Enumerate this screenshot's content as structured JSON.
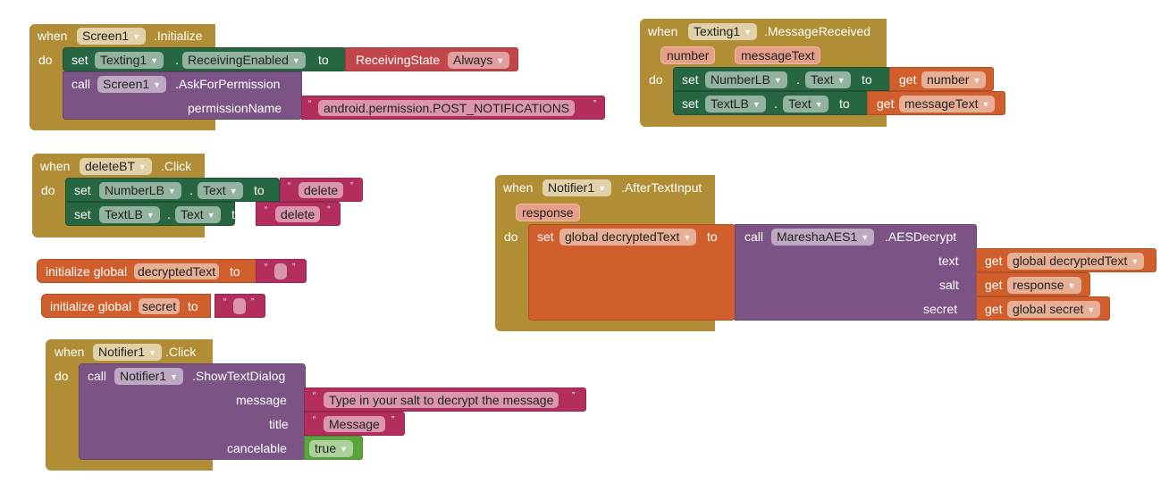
{
  "blocks": {
    "screen_init": {
      "when": "when",
      "component": "Screen1",
      "event": ".Initialize",
      "do": "do",
      "set1": {
        "set": "set",
        "component": "Texting1",
        "dot": ".",
        "property": "ReceivingEnabled",
        "to": "to",
        "value_label": "ReceivingState",
        "value_option": "Always"
      },
      "call1": {
        "call": "call",
        "component": "Screen1",
        "method": ".AskForPermission",
        "arg_label": "permissionName",
        "arg_value": "android.permission.POST_NOTIFICATIONS"
      }
    },
    "msg_received": {
      "when": "when",
      "component": "Texting1",
      "event": ".MessageReceived",
      "params": [
        "number",
        "messageText"
      ],
      "do": "do",
      "set1": {
        "set": "set",
        "component": "NumberLB",
        "dot": ".",
        "property": "Text",
        "to": "to",
        "get": "get",
        "var": "number"
      },
      "set2": {
        "set": "set",
        "component": "TextLB",
        "dot": ".",
        "property": "Text",
        "to": "to",
        "get": "get",
        "var": "messageText"
      }
    },
    "delete_click": {
      "when": "when",
      "component": "deleteBT",
      "event": ".Click",
      "do": "do",
      "set1": {
        "set": "set",
        "component": "NumberLB",
        "dot": ".",
        "property": "Text",
        "to": "to",
        "value": "delete"
      },
      "set2": {
        "set": "set",
        "component": "TextLB",
        "dot": ".",
        "property": "Text",
        "to": "to",
        "value": "delete"
      }
    },
    "global_decrypted": {
      "init": "initialize global",
      "name": "decryptedText",
      "to": "to",
      "value": ""
    },
    "global_secret": {
      "init": "initialize global",
      "name": "secret",
      "to": "to",
      "value": ""
    },
    "after_text_input": {
      "when": "when",
      "component": "Notifier1",
      "event": ".AfterTextInput",
      "params": [
        "response"
      ],
      "do": "do",
      "set": "set",
      "var": "global decryptedText",
      "to": "to",
      "call": "call",
      "call_component": "MareshaAES1",
      "method": ".AESDecrypt",
      "args": [
        {
          "label": "text",
          "get": "get",
          "var": "global decryptedText"
        },
        {
          "label": "salt",
          "get": "get",
          "var": "response"
        },
        {
          "label": "secret",
          "get": "get",
          "var": "global secret"
        }
      ]
    },
    "button2_click": {
      "when": "when",
      "component": "Notifier1",
      "event": ".Click",
      "do": "do",
      "call": "call",
      "method": ".ShowTextDialog",
      "args": [
        {
          "label": "message",
          "value": "Type in your salt to decrypt the message"
        },
        {
          "label": "title",
          "value": "Message"
        },
        {
          "label": "cancelable",
          "value": "true"
        }
      ]
    }
  },
  "colors": {
    "event": "#b18e35",
    "setter": "#266643",
    "procedure": "#7c5385",
    "variable": "#d05f2d",
    "enum": "#c0464a",
    "text": "#b32d5e",
    "logic": "#5ba33b"
  }
}
